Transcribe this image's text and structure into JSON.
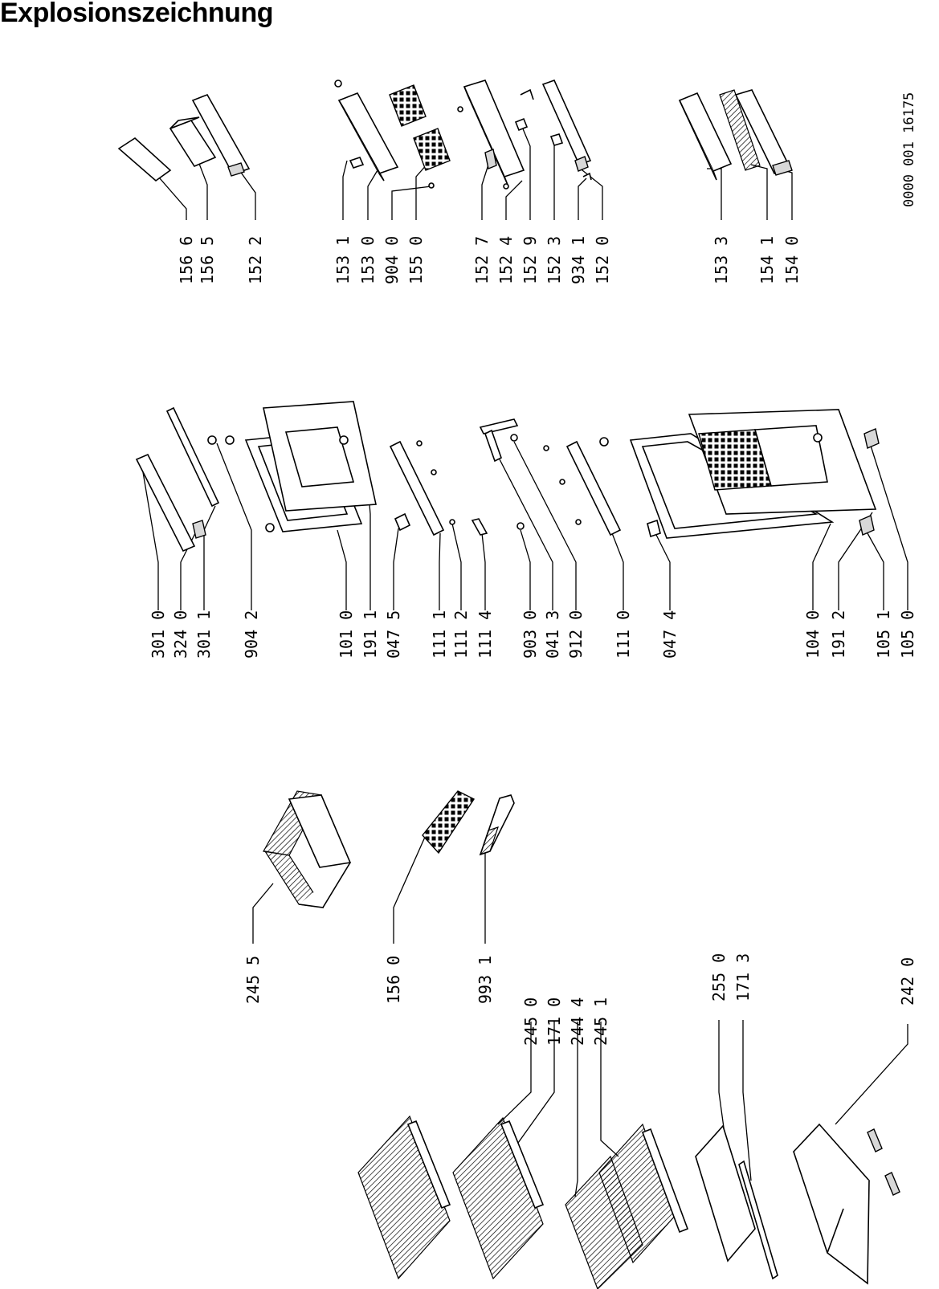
{
  "page": {
    "title": "Explosionszeichnung"
  },
  "drawing_ref": "0000 001  16175",
  "part_labels": [
    "156 6",
    "156 5",
    "152 2",
    "153 1",
    "153 0",
    "904 0",
    "155 0",
    "152 7",
    "152 4",
    "152 9",
    "152 3",
    "934 1",
    "152 0",
    "153 3",
    "154 1",
    "154 0",
    "301 0",
    "324 0",
    "301 1",
    "904 2",
    "101 0",
    "191 1",
    "047 5",
    "111 1",
    "111 2",
    "111 4",
    "903 0",
    "041 3",
    "912 0",
    "111 0",
    "047 4",
    "104 0",
    "191 2",
    "105 1",
    "105 0",
    "245 5",
    "156 0",
    "993 1",
    "245 0",
    "171 0",
    "244 4",
    "245 1",
    "255 0",
    "171 3",
    "242 0"
  ]
}
